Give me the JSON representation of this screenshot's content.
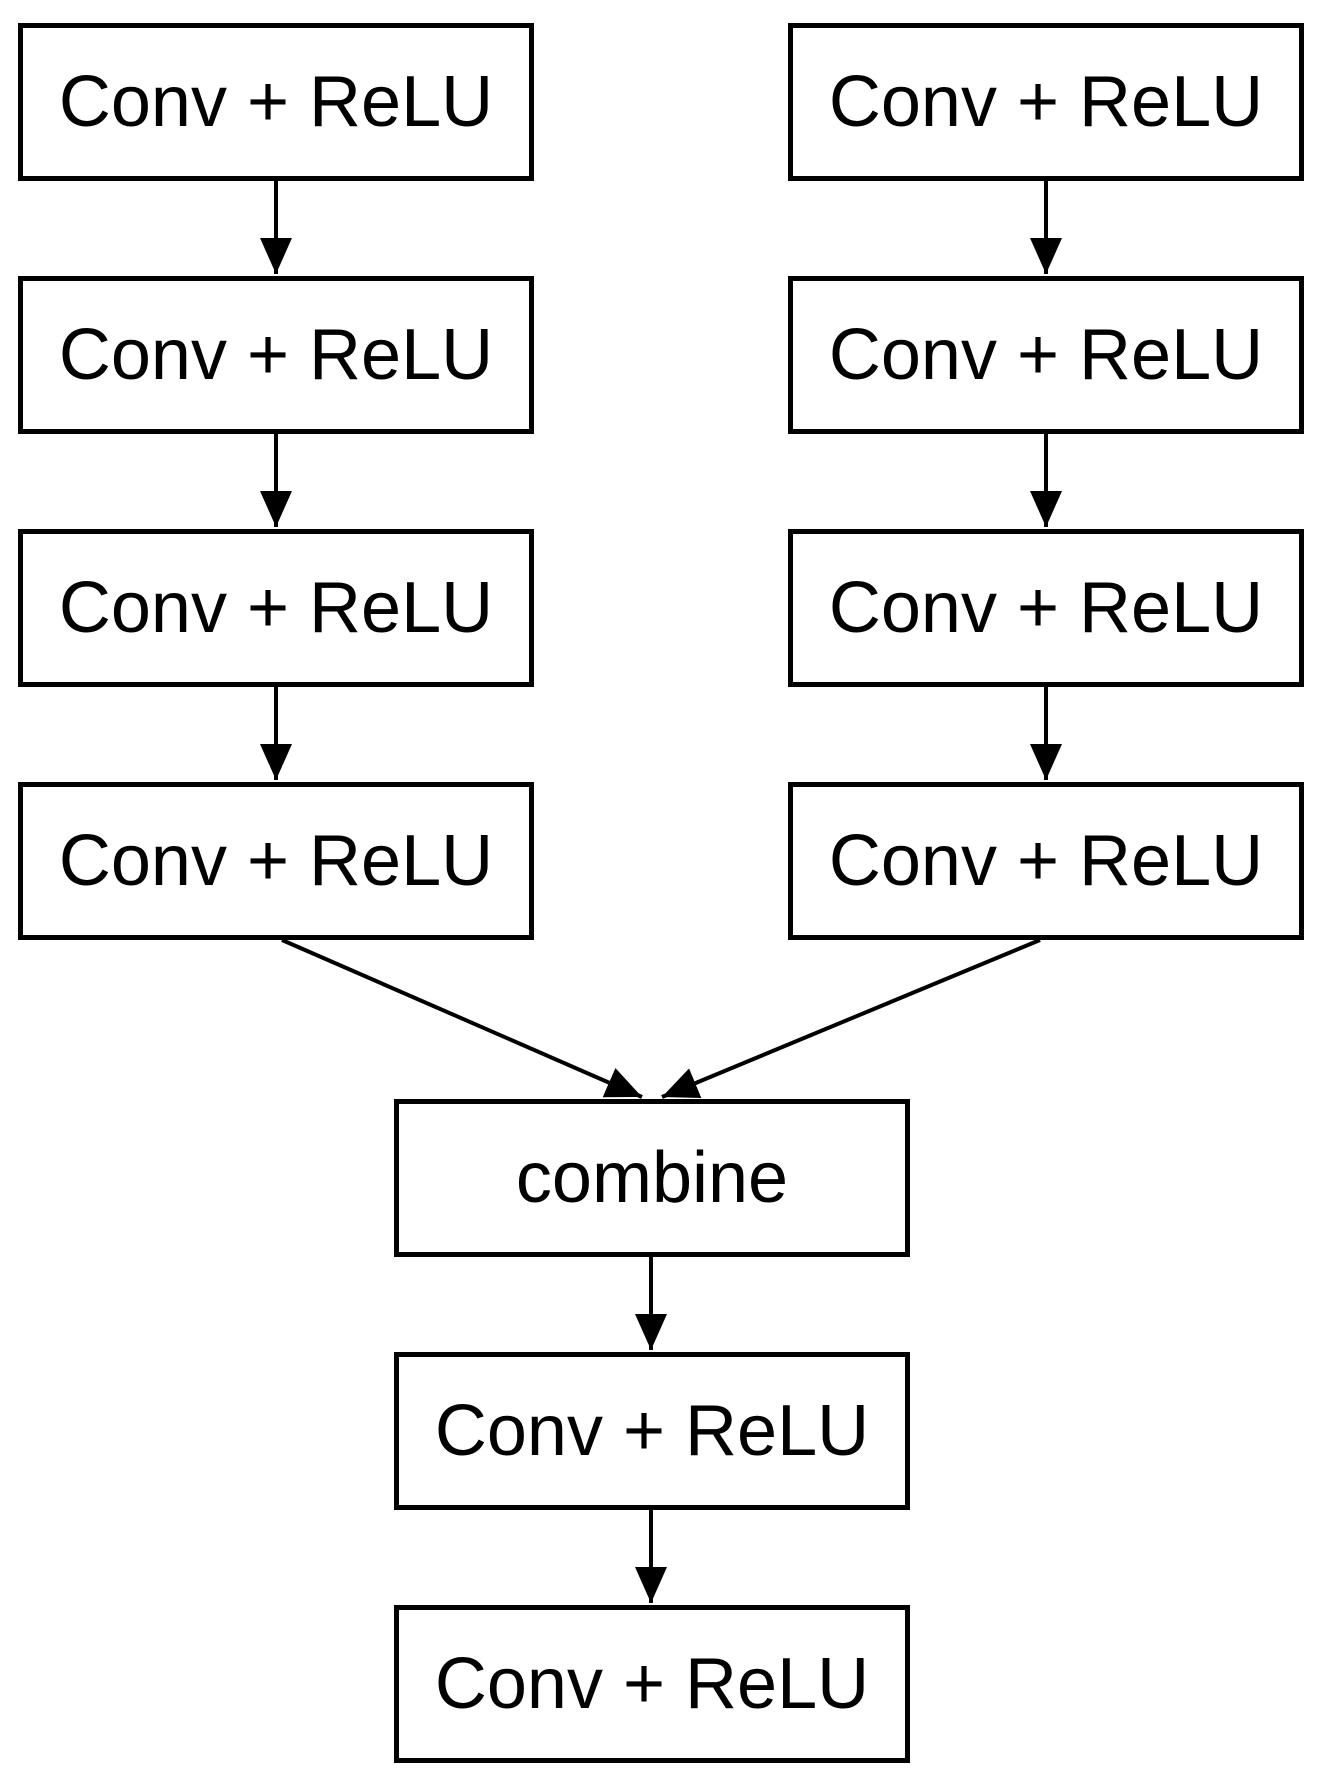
{
  "diagram": {
    "left_branch": [
      {
        "label": "Conv + ReLU"
      },
      {
        "label": "Conv + ReLU"
      },
      {
        "label": "Conv + ReLU"
      },
      {
        "label": "Conv + ReLU"
      }
    ],
    "right_branch": [
      {
        "label": "Conv + ReLU"
      },
      {
        "label": "Conv + ReLU"
      },
      {
        "label": "Conv + ReLU"
      },
      {
        "label": "Conv + ReLU"
      }
    ],
    "combine": {
      "label": "combine"
    },
    "merged_branch": [
      {
        "label": "Conv + ReLU"
      },
      {
        "label": "Conv + ReLU"
      }
    ],
    "edges": [
      {
        "from": "left_branch.0",
        "to": "left_branch.1"
      },
      {
        "from": "left_branch.1",
        "to": "left_branch.2"
      },
      {
        "from": "left_branch.2",
        "to": "left_branch.3"
      },
      {
        "from": "right_branch.0",
        "to": "right_branch.1"
      },
      {
        "from": "right_branch.1",
        "to": "right_branch.2"
      },
      {
        "from": "right_branch.2",
        "to": "right_branch.3"
      },
      {
        "from": "left_branch.3",
        "to": "combine"
      },
      {
        "from": "right_branch.3",
        "to": "combine"
      },
      {
        "from": "combine",
        "to": "merged_branch.0"
      },
      {
        "from": "merged_branch.0",
        "to": "merged_branch.1"
      }
    ],
    "colors": {
      "stroke": "#000000",
      "fill": "#ffffff",
      "text": "#000000"
    }
  }
}
